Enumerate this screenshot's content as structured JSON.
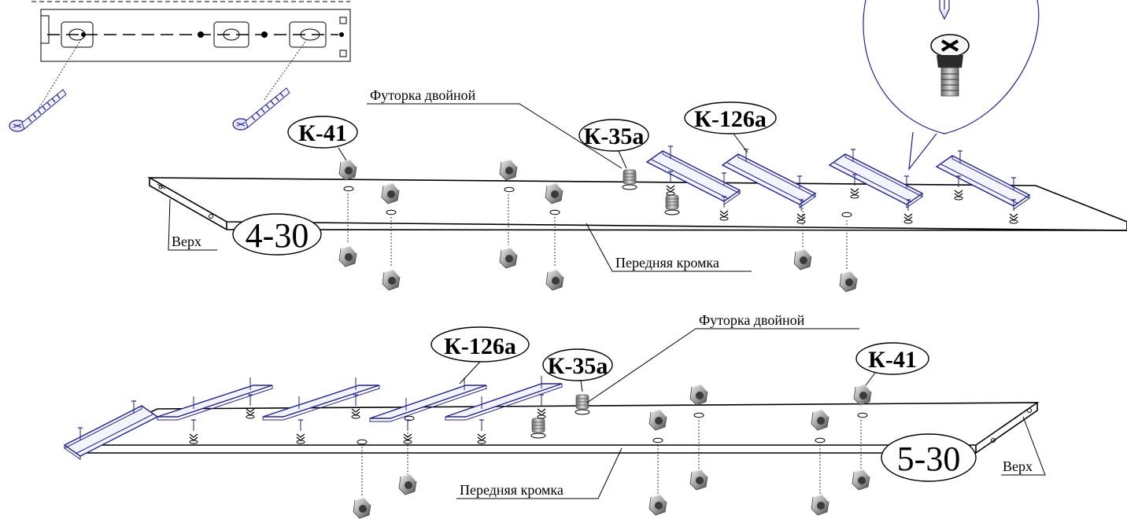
{
  "figure": {
    "top_label_partial": "",
    "callouts": {
      "futorka_top": "Футорка двойной",
      "futorka_bottom": "Футорка двойной",
      "k41_top": "К-41",
      "k35a_top": "К-35а",
      "k126a_top": "К-126а",
      "k126a_bottom": "К-126а",
      "k35a_bottom": "К-35а",
      "k41_bottom": "К-41"
    },
    "panels": {
      "top_id": "4-30",
      "bottom_id": "5-30",
      "top_verh": "Верх",
      "bottom_verh": "Верх",
      "top_front": "Передняя кромка",
      "bottom_front": "Передняя кромка"
    }
  },
  "colors": {
    "line": "#000000",
    "rail": "#23238c",
    "fitting": "#8c8c8c",
    "background": "#ffffff"
  },
  "icons": {
    "wood_screw": "wood-screw-icon",
    "machine_screw": "machine-screw-icon",
    "screwdriver": "screwdriver-icon",
    "cam_fitting": "cam-fitting-icon",
    "threaded_insert": "threaded-insert-icon"
  }
}
